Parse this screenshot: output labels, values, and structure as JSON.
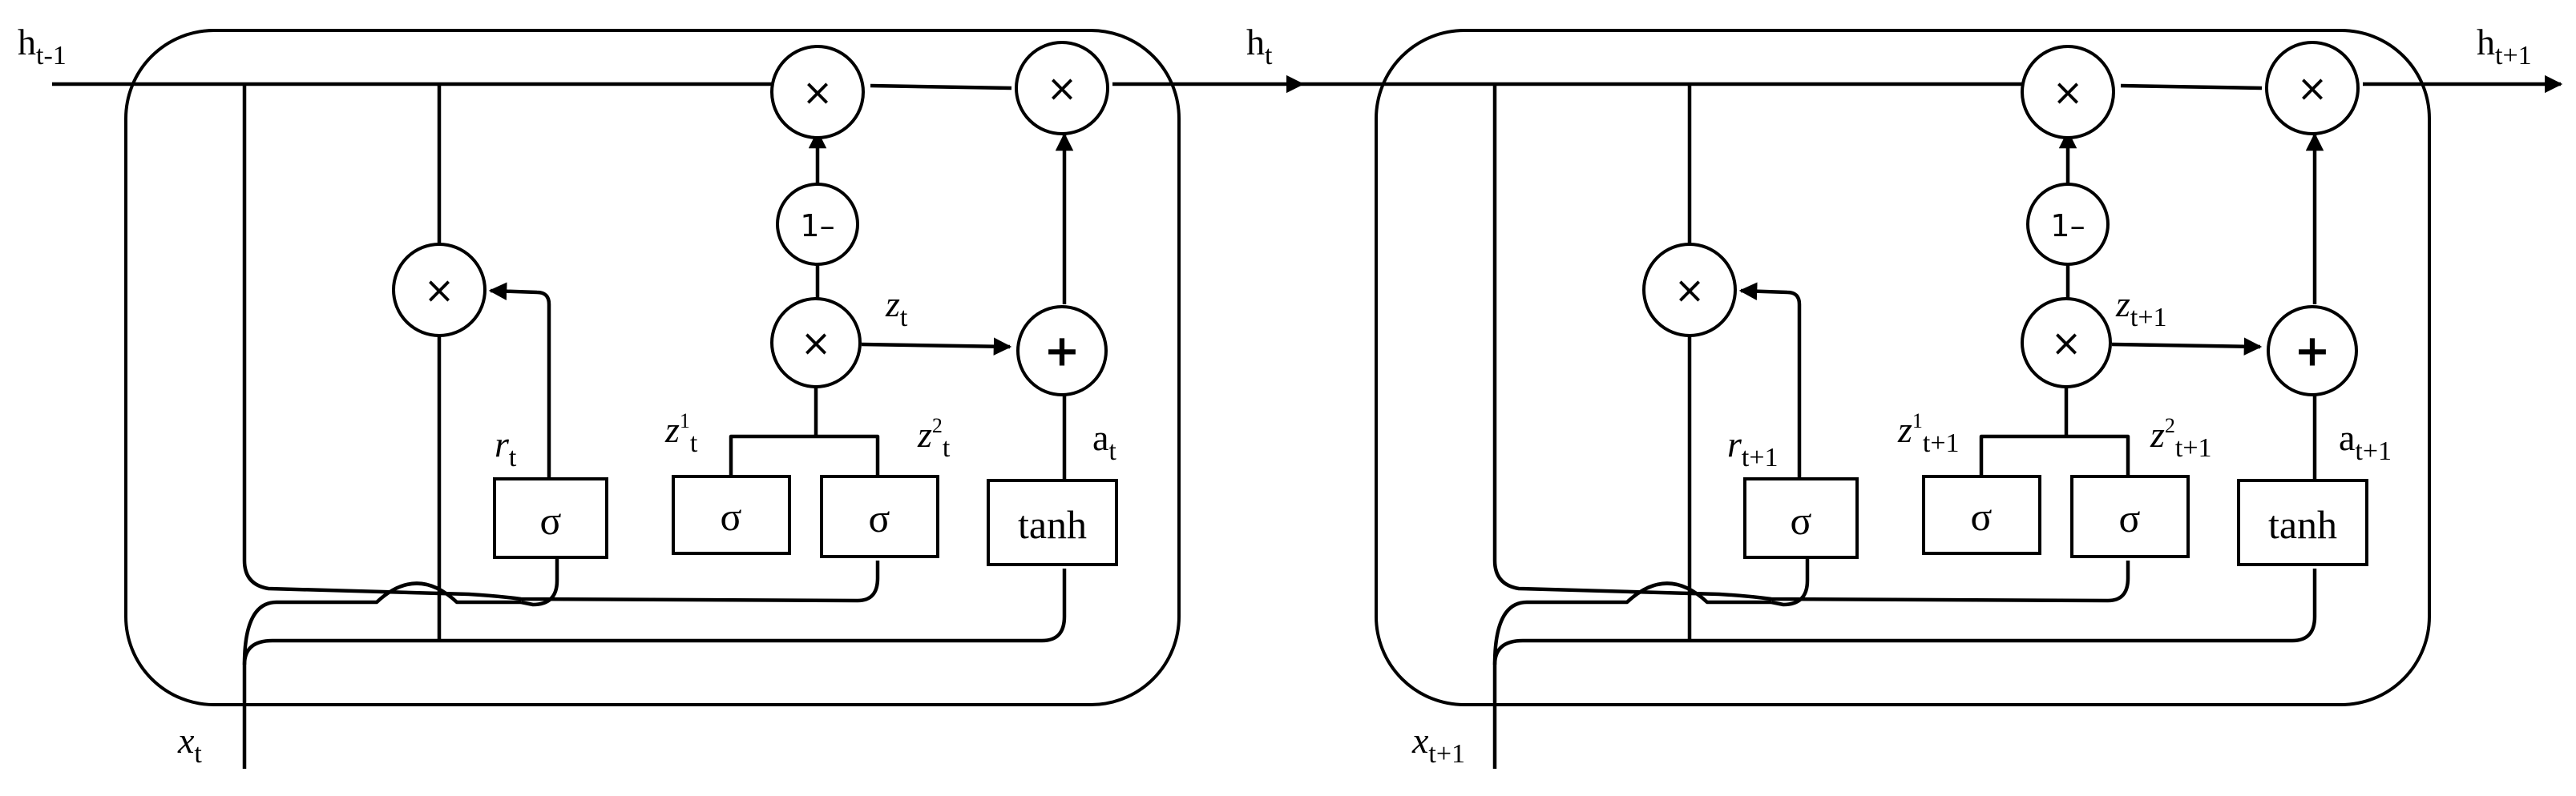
{
  "ops": {
    "multiply": "×",
    "add": "+",
    "one_minus": "1–"
  },
  "gates": {
    "sigma": "σ",
    "tanh": "tanh"
  },
  "labels": {
    "h_in": "h",
    "h_in_sub": "t-1",
    "h_mid": "h",
    "h_mid_sub": "t",
    "h_out": "h",
    "h_out_sub": "t+1",
    "cells": [
      {
        "x": "x",
        "x_sub": "t",
        "r": "r",
        "r_sub": "t",
        "z": "z",
        "z_sub": "t",
        "a": "a",
        "a_sub": "t",
        "z1": "z",
        "z1_sup": "1",
        "z1_sub": "t",
        "z2": "z",
        "z2_sup": "2",
        "z2_sub": "t"
      },
      {
        "x": "x",
        "x_sub": "t+1",
        "r": "r",
        "r_sub": "t+1",
        "z": "z",
        "z_sub": "t+1",
        "a": "a",
        "a_sub": "t+1",
        "z1": "z",
        "z1_sup": "1",
        "z1_sub": "t+1",
        "z2": "z",
        "z2_sup": "2",
        "z2_sub": "t+1"
      }
    ]
  }
}
